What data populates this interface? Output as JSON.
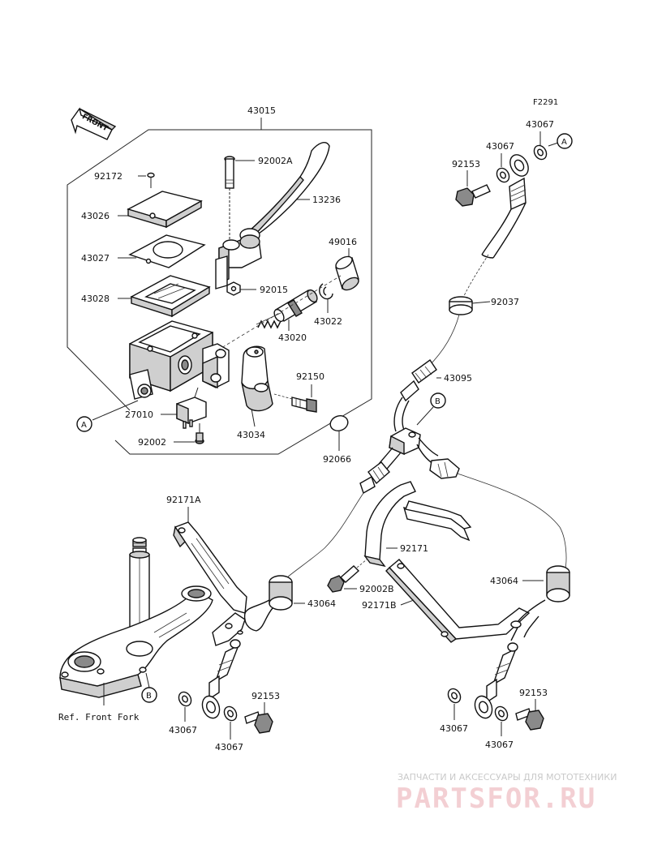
{
  "diagram": {
    "code": "F2291",
    "front_label": "FRONT",
    "ref_label": "Ref. Front Fork",
    "markers": {
      "a": "A",
      "b": "B"
    },
    "labels": {
      "p43015": "43015",
      "p92172": "92172",
      "p43026": "43026",
      "p43027": "43027",
      "p43028": "43028",
      "p92002A": "92002A",
      "p13236": "13236",
      "p49016": "49016",
      "p92015": "92015",
      "p43022": "43022",
      "p43020": "43020",
      "p92150": "92150",
      "p27010": "27010",
      "p43034": "43034",
      "p92002": "92002",
      "p92066": "92066",
      "p43067_top1": "43067",
      "p43067_top2": "43067",
      "p92153_top": "92153",
      "p92037": "92037",
      "p43095": "43095",
      "p92171A": "92171A",
      "p92171": "92171",
      "p43064_l": "43064",
      "p92002B": "92002B",
      "p92171B": "92171B",
      "p43064_r": "43064",
      "p92153_bl": "92153",
      "p43067_bl1": "43067",
      "p43067_bl2": "43067",
      "p92153_br": "92153",
      "p43067_br1": "43067",
      "p43067_br2": "43067"
    }
  },
  "watermark": {
    "subtitle": "ЗАПЧАСТИ И АКСЕССУАРЫ ДЛЯ МОТОТЕХНИКИ",
    "brand": "PARTSFOR.RU"
  }
}
